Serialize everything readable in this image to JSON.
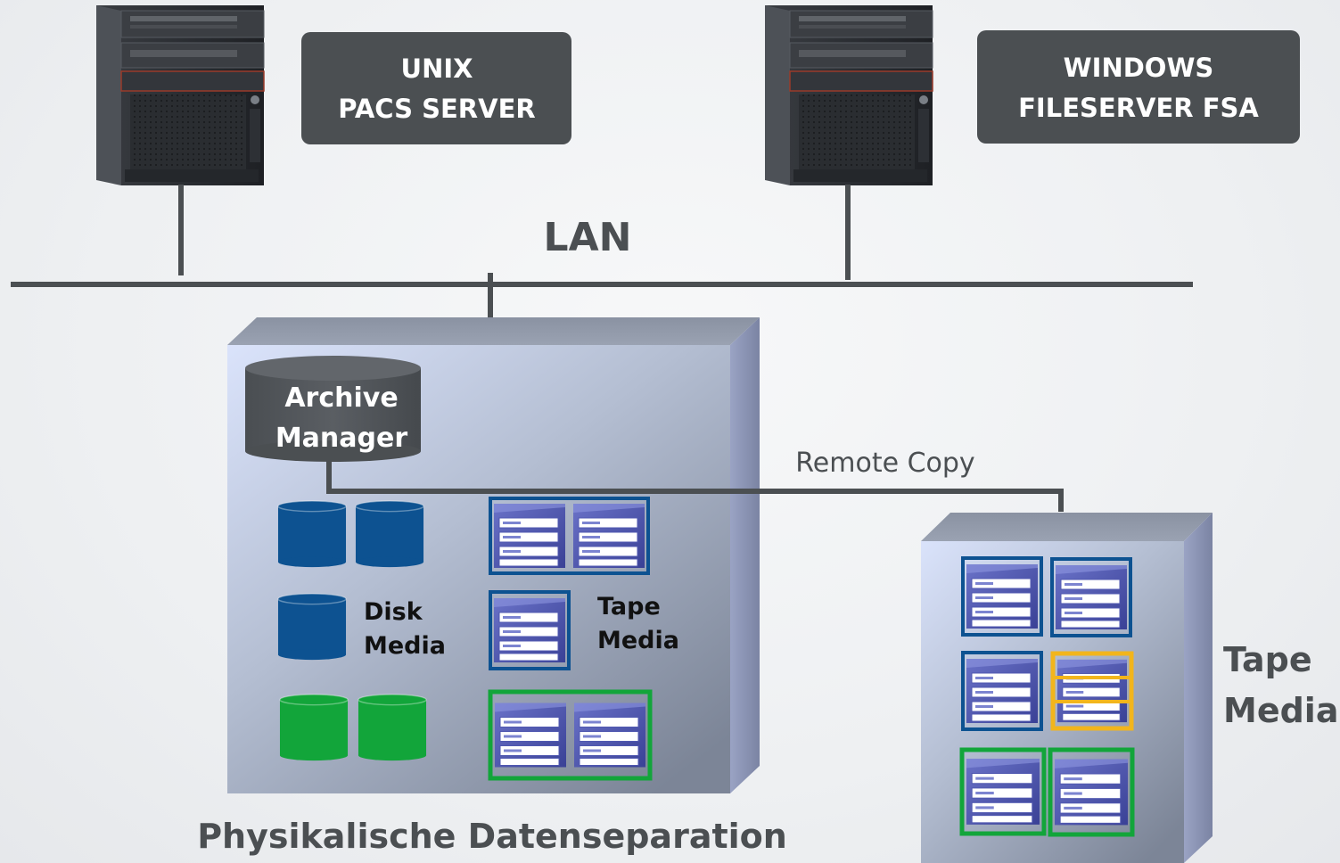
{
  "servers": [
    {
      "line1": "UNIX",
      "line2": "PACS SERVER"
    },
    {
      "line1": "WINDOWS",
      "line2": "FILESERVER FSA"
    }
  ],
  "network": {
    "label": "LAN"
  },
  "archive": {
    "line1": "Archive",
    "line2": "Manager"
  },
  "link": {
    "label": "Remote Copy"
  },
  "primary_site": {
    "disk_label": {
      "line1": "Disk",
      "line2": "Media"
    },
    "tape_label": {
      "line1": "Tape",
      "line2": "Media"
    },
    "caption": "Physikalische Datenseparation"
  },
  "remote_site": {
    "tape_label": {
      "line1": "Tape",
      "line2": "Media"
    }
  },
  "colors": {
    "label_box": "#4b4f52",
    "disk_blue": "#0d5291",
    "disk_green": "#12a53a",
    "tape_blue_frame": "#0d5291",
    "tape_green_frame": "#12a53a",
    "tape_yellow_frame": "#f2b51c"
  }
}
